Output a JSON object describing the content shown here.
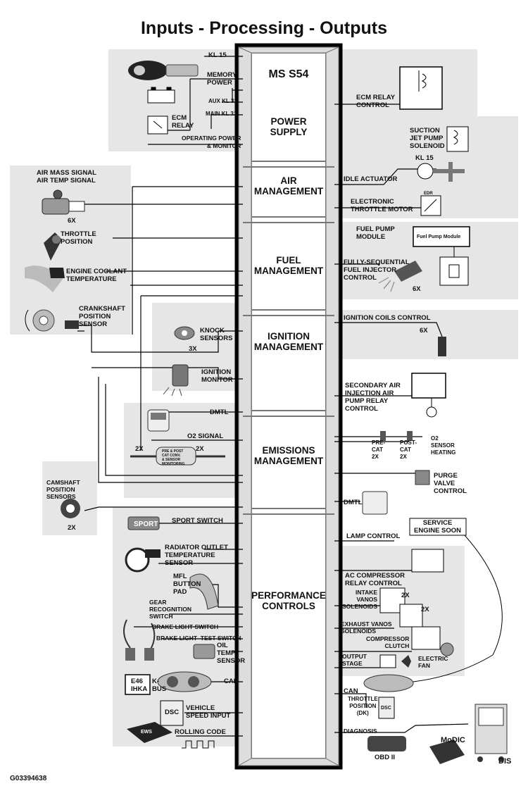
{
  "title": "Inputs - Processing - Outputs",
  "figure_id": "G03394638",
  "module": "MS S54",
  "sections": {
    "power": "POWER\nSUPPLY",
    "air": "AIR\nMANAGEMENT",
    "fuel": "FUEL\nMANAGEMENT",
    "ignition": "IGNITION\nMANAGEMENT",
    "emissions": "EMISSIONS\nMANAGEMENT",
    "performance": "PERFORMANCE\nCONTROLS"
  },
  "inputs": {
    "kl15": "KL 15",
    "memory_power": "MEMORY\nPOWER",
    "aux_kl31": "AUX KL 31",
    "main_kl31": "MAIN KL 31",
    "ecm_relay": "ECM\nRELAY",
    "operating_power": "OPERATING POWER\n& MONITOR",
    "air_mass": "AIR MASS SIGNAL\nAIR TEMP SIGNAL",
    "air_mass_count": "6X",
    "throttle_position": "THROTTLE\nPOSITION",
    "engine_coolant": "ENGINE COOLANT\nTEMPERATURE",
    "crankshaft": "CRANKSHAFT\nPOSITION\nSENSOR",
    "knock": "KNOCK\nSENSORS",
    "knock_count": "3X",
    "ignition_monitor": "IGNITION\nMONITOR",
    "dmtl": "DMTL",
    "o2_signal": "O2 SIGNAL",
    "o2_left_count": "2X",
    "o2_right_count": "2X",
    "cat_label": "PRE & POST\nCAT CONV.\n& SENSOR\nMONITORING",
    "camshaft": "CAMSHAFT\nPOSITION\nSENSORS",
    "camshaft_count": "2X",
    "sport_button": "SPORT",
    "sport_switch": "SPORT SWITCH",
    "radiator_outlet": "RADIATOR OUTLET\nTEMPERATURE\nSENSOR",
    "mfl": "MFL\nBUTTON\nPAD",
    "gear_recognition": "GEAR\nRECOGNITION\nSWITCH",
    "brake_light_switch": "BRAKE LIGHT SWITCH",
    "brake_light_test": "BRAKE LIGHT  TEST SWITCH",
    "oil_temp": "OIL\nTEMP\nSENSOR",
    "e46_ihka": "E46\nIHKA",
    "kbus": "K-\nBUS",
    "can_in": "CAN",
    "dsc": "DSC",
    "vehicle_speed": "VEHICLE\nSPEED INPUT",
    "ews": "EWS",
    "rolling_code": "ROLLING CODE"
  },
  "outputs": {
    "ecm_relay_control": "ECM RELAY\nCONTROL",
    "suction_jet": "SUCTION\nJET PUMP\nSOLENOID",
    "kl15_right": "KL 15",
    "idle_actuator": "IDLE ACTUATOR",
    "electronic_throttle": "ELECTRONIC\nTHROTTLE MOTOR",
    "edr": "EDR",
    "fuel_pump_module": "FUEL PUMP\nMODULE",
    "fuel_pump_box": "Fuel Pump Module",
    "injector": "FULLY-SEQUENTIAL\nFUEL INJECTOR\nCONTROL",
    "injector_count": "6X",
    "ignition_coils": "IGNITION COILS CONTROL",
    "coils_count": "6X",
    "secondary_air": "SECONDARY AIR\nINJECTION AIR\nPUMP RELAY\nCONTROL",
    "pre_cat": "PRE-\nCAT\n2X",
    "post_cat": "POST-\nCAT\n2X",
    "o2_heating": "O2\nSENSOR\nHEATING",
    "purge_valve": "PURGE\nVALVE\nCONTROL",
    "dmtl_out": "DMTL",
    "service_engine": "SERVICE\nENGINE SOON",
    "lamp_control": "LAMP CONTROL",
    "ac_compressor": "AC COMPRESSOR\nRELAY CONTROL",
    "intake_vanos": "INTAKE\nVANOS\nSOLENOIDS",
    "intake_count": "2X",
    "exhaust_count": "2X",
    "exhaust_vanos": "EXHAUST VANOS\nSOLENOIDS",
    "compressor_clutch": "COMPRESSOR\nCLUTCH",
    "output_stage": "OUTPUT\nSTAGE",
    "electric_fan": "ELECTRIC\nFAN",
    "can_out": "CAN",
    "throttle_dk": "THROTTLE\nPOSITION\n(DK)",
    "dsc_out": "DSC",
    "diagnosis": "DIAGNOSIS",
    "obd": "OBD II",
    "modic": "MoDIC",
    "dis": "DIS"
  }
}
